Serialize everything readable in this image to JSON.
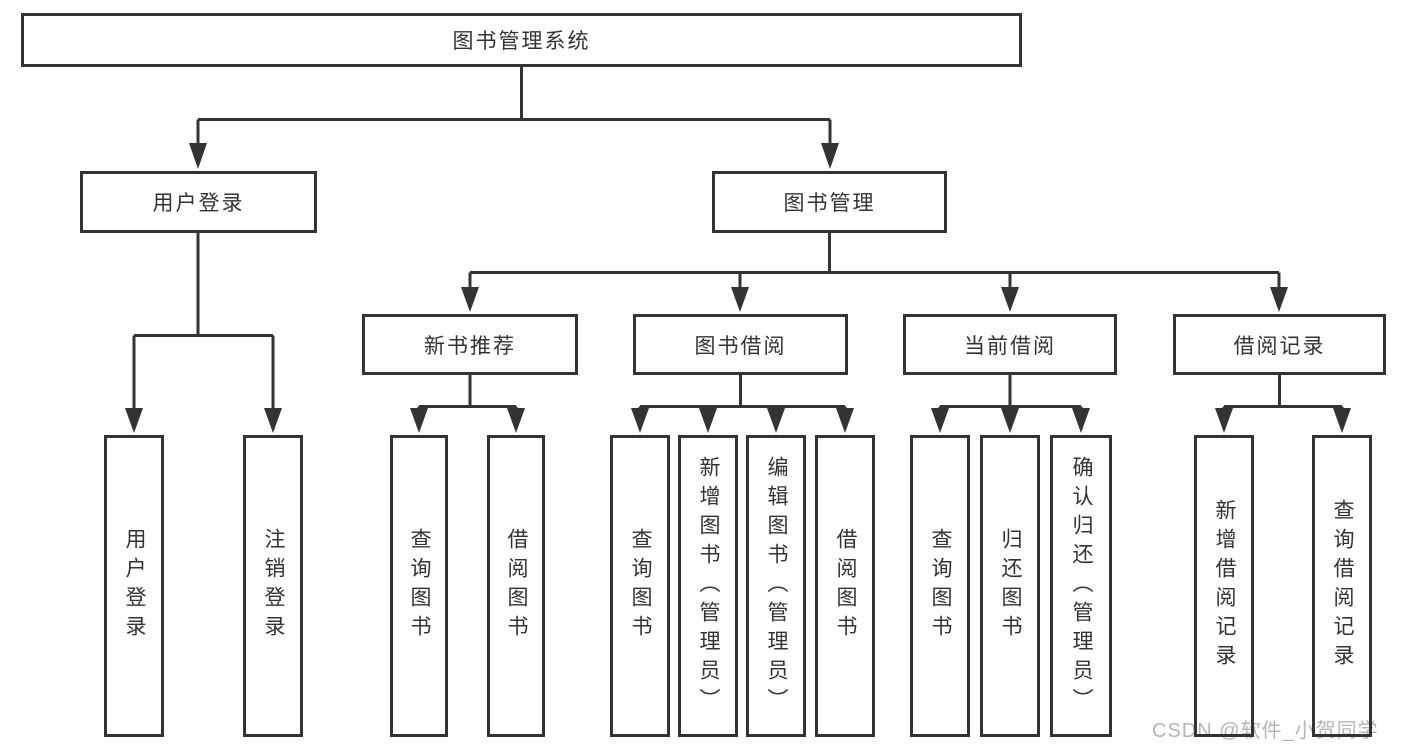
{
  "colors": {
    "line": "#333333",
    "text": "#333333",
    "background": "#ffffff",
    "watermark": "#b5b5b5"
  },
  "watermark": {
    "text": "CSDN @软件_小贺同学"
  },
  "nodes": {
    "root": {
      "label": "图书管理系统",
      "children": [
        "user_login",
        "book_mgmt"
      ]
    },
    "user_login": {
      "label": "用户登录",
      "children": [
        "ul_login",
        "ul_logout"
      ]
    },
    "book_mgmt": {
      "label": "图书管理",
      "children": [
        "new_books",
        "book_borrow",
        "current_borrow",
        "borrow_records"
      ]
    },
    "ul_login": {
      "label": "用户登录"
    },
    "ul_logout": {
      "label": "注销登录"
    },
    "new_books": {
      "label": "新书推荐",
      "children": [
        "nb_query",
        "nb_borrow"
      ]
    },
    "book_borrow": {
      "label": "图书借阅",
      "children": [
        "bb_query",
        "bb_add",
        "bb_edit",
        "bb_borrow"
      ]
    },
    "current_borrow": {
      "label": "当前借阅",
      "children": [
        "cb_query",
        "cb_return",
        "cb_confirm"
      ]
    },
    "borrow_records": {
      "label": "借阅记录",
      "children": [
        "br_add",
        "br_query"
      ]
    },
    "nb_query": {
      "label": "查询图书"
    },
    "nb_borrow": {
      "label": "借阅图书"
    },
    "bb_query": {
      "label": "查询图书"
    },
    "bb_add": {
      "label": "新增图书（管理员）"
    },
    "bb_edit": {
      "label": "编辑图书（管理员）"
    },
    "bb_borrow": {
      "label": "借阅图书"
    },
    "cb_query": {
      "label": "查询图书"
    },
    "cb_return": {
      "label": "归还图书"
    },
    "cb_confirm": {
      "label": "确认归还（管理员）"
    },
    "br_add": {
      "label": "新增借阅记录"
    },
    "br_query": {
      "label": "查询借阅记录"
    }
  }
}
